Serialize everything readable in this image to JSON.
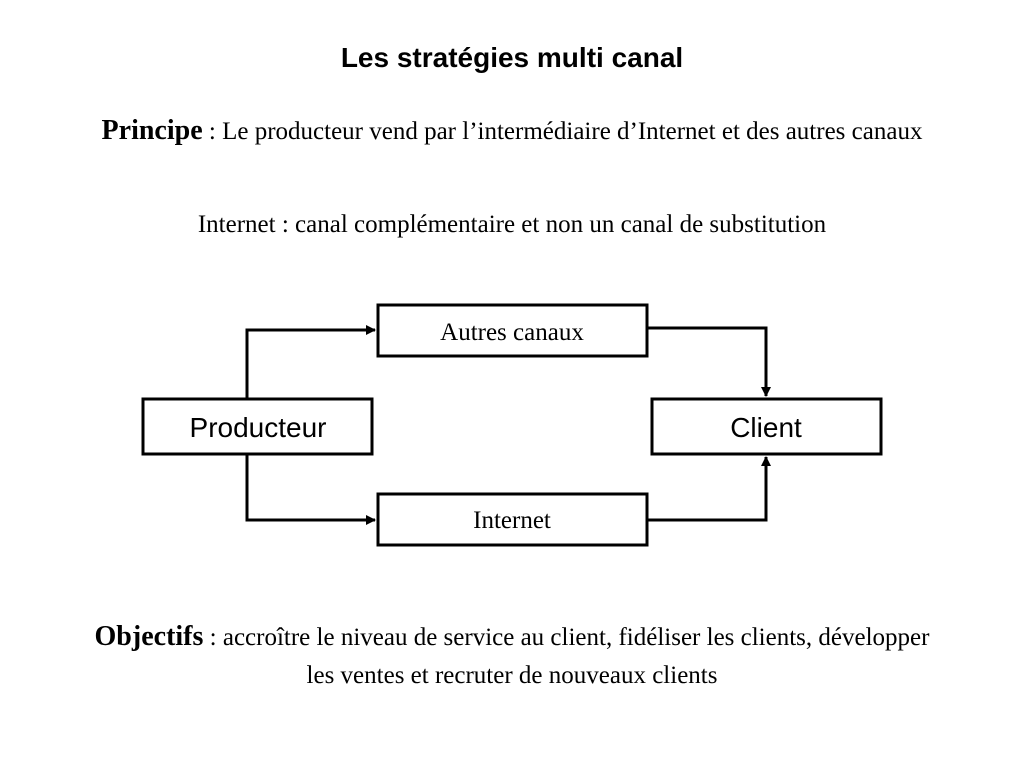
{
  "title": "Les stratégies multi canal",
  "principe": {
    "label": "Principe",
    "separator": " : ",
    "text": "Le producteur vend par l’intermédiaire d’Internet et des autres canaux"
  },
  "internet_note": "Internet : canal complémentaire et non un canal de substitution",
  "diagram": {
    "nodes": {
      "producer": "Producteur",
      "client": "Client",
      "other_channels": "Autres canaux",
      "internet": "Internet"
    }
  },
  "objectifs": {
    "label": "Objectifs",
    "separator": " : ",
    "text": "accroître le niveau de service au client, fidéliser les clients, développer les ventes et recruter de nouveaux clients"
  }
}
